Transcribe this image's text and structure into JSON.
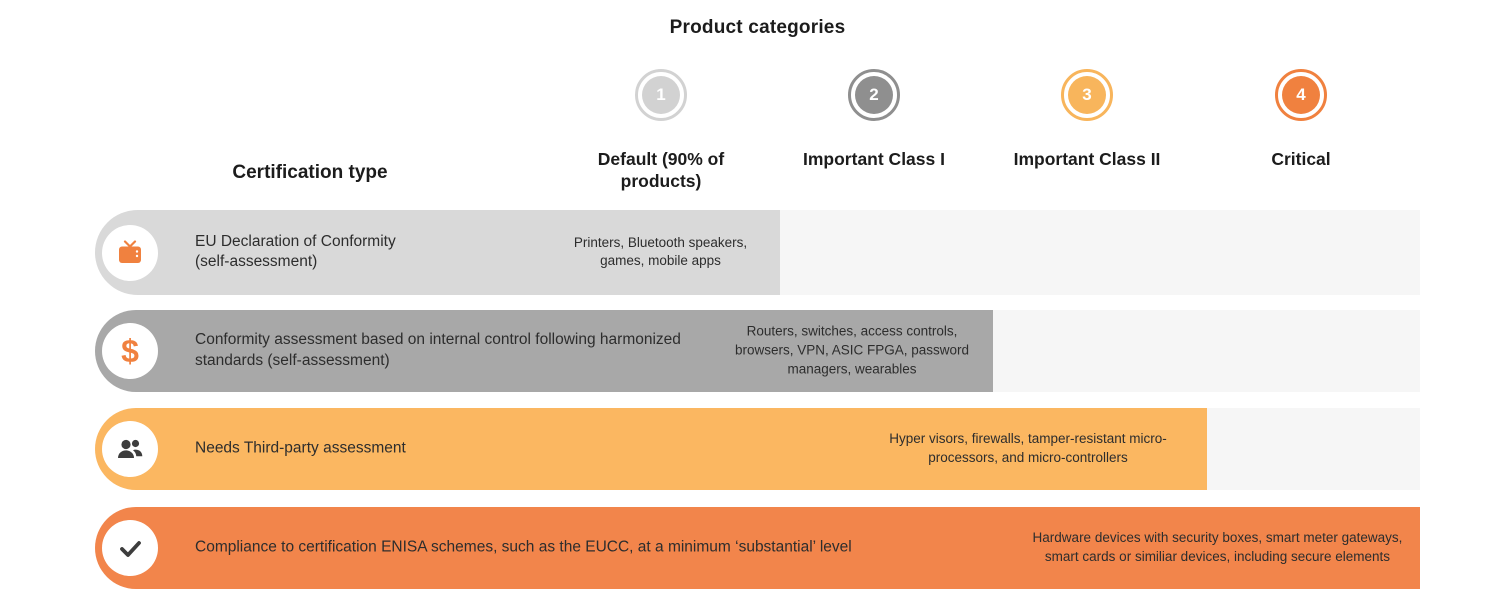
{
  "title": "Product categories",
  "table": {
    "row_header_label": "Certification type"
  },
  "categories": [
    {
      "number": "1",
      "label": "Default (90% of products)",
      "color": "#d2d2d2"
    },
    {
      "number": "2",
      "label": "Important Class I",
      "color": "#8f8f8f"
    },
    {
      "number": "3",
      "label": "Important Class II",
      "color": "#f8b55c"
    },
    {
      "number": "4",
      "label": "Critical",
      "color": "#f0813f"
    }
  ],
  "rows": [
    {
      "icon": "tv-icon",
      "icon_color": "#f0813f",
      "certification": "EU Declaration of Conformity (self-assessment)",
      "products": "Printers, Bluetooth speakers, games, mobile apps",
      "bar_color": "#d9d9d9",
      "spans_categories": "1"
    },
    {
      "icon": "dollar-icon",
      "icon_color": "#f0813f",
      "certification": "Conformity assessment based on internal control following harmonized standards (self-assessment)",
      "products": "Routers, switches, access controls, browsers, VPN, ASIC FPGA, password managers, wearables",
      "bar_color": "#a8a8a8",
      "spans_categories": "2"
    },
    {
      "icon": "people-icon",
      "icon_color": "#3d3d3d",
      "certification": "Needs Third-party assessment",
      "products": "Hyper visors, firewalls, tamper-resistant micro-processors, and micro-controllers",
      "bar_color": "#fbb761",
      "spans_categories": "3"
    },
    {
      "icon": "check-icon",
      "icon_color": "#3d3d3d",
      "certification": "Compliance to certification ENISA schemes, such as the EUCC, at a minimum ‘substantial’ level",
      "products": "Hardware devices with security boxes, smart meter gateways, smart cards or similiar devices, including secure elements",
      "bar_color": "#f2854b",
      "spans_categories": "4"
    }
  ],
  "colors": {
    "row_background": "#f6f6f6",
    "text": "#2d2d2d"
  }
}
